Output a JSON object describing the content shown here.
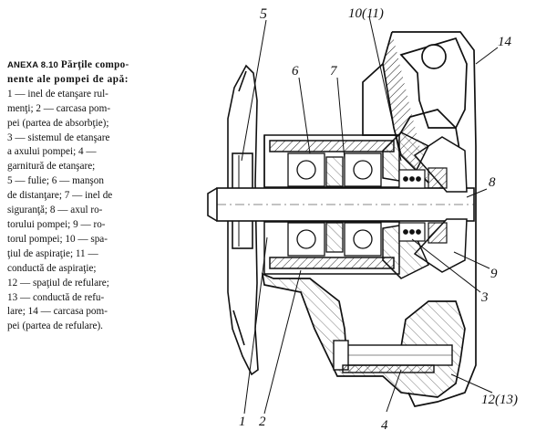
{
  "caption": {
    "annex": "ANEXA 8.10",
    "title_line1": "Părţile compo-",
    "title_line2": "nente ale pompei de apă:",
    "items": [
      "1 — inel de etanşare rul-",
      "menţi; 2 — carcasa pom-",
      "pei (partea de absorbţie);",
      "3 — sistemul de etanşare",
      "a axului pompei; 4 —",
      "garnitură de etanşare;",
      "5 — fulie; 6 — manşon",
      "de distanţare; 7 — inel de",
      "siguranţă; 8 — axul ro-",
      "torului pompei; 9 — ro-",
      "torul pompei; 10 — spa-",
      "ţiul de aspiraţie; 11 —",
      "conductă de aspiraţie;",
      "12 — spaţiul de refulare;",
      "13 — conductă de refu-",
      "lare; 14 — carcasa pom-",
      "pei (partea de refulare)."
    ]
  },
  "figure": {
    "callouts": {
      "c1": "1",
      "c2": "2",
      "c3": "3",
      "c4": "4",
      "c5": "5",
      "c6": "6",
      "c7": "7",
      "c8": "8",
      "c9": "9",
      "c10": "10(11)",
      "c12": "12(13)",
      "c14": "14"
    }
  }
}
